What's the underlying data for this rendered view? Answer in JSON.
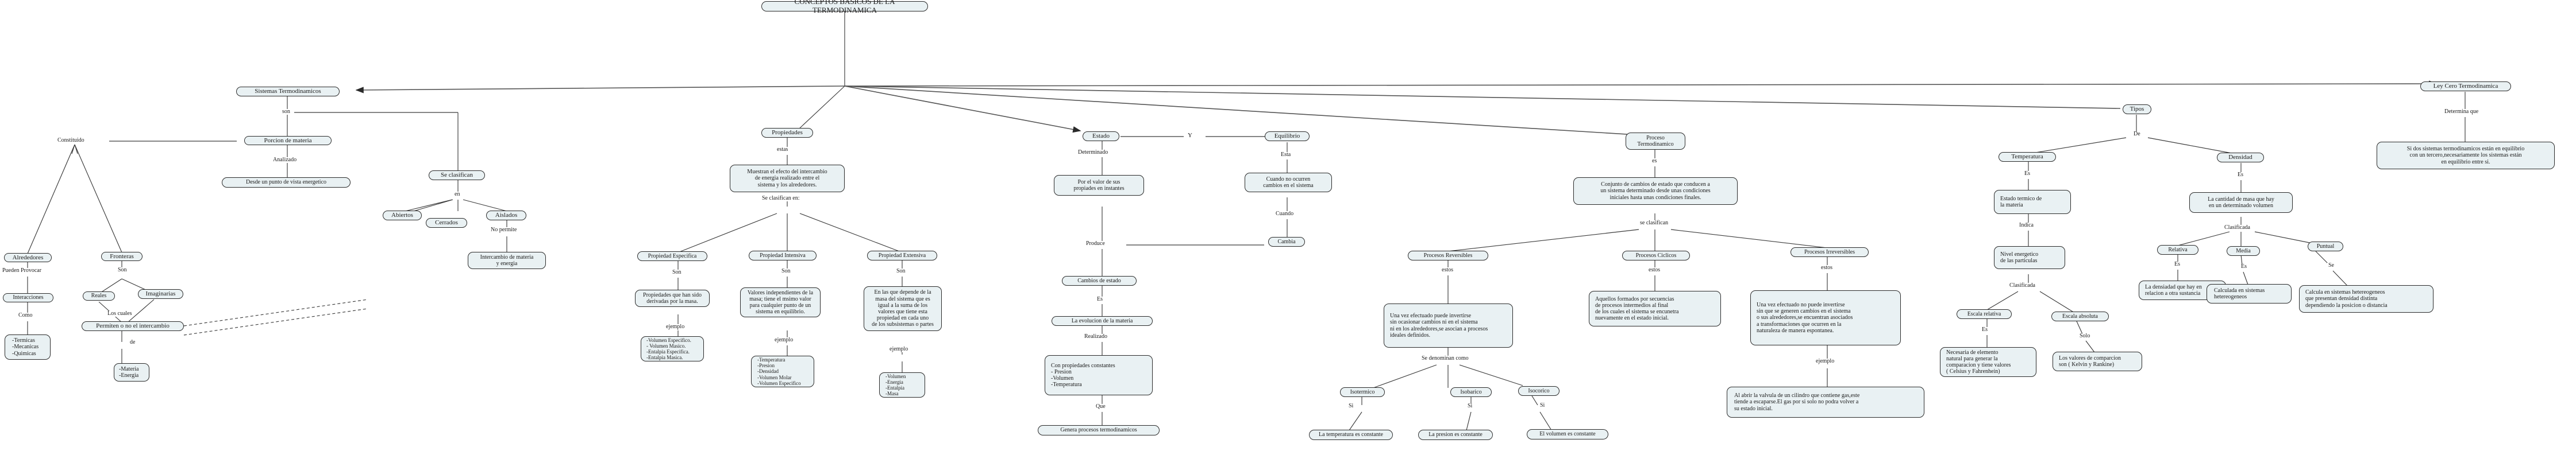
{
  "title": "CONCEPTOS BASICOS DE LA TERMODINAMICA",
  "theme": {
    "node_fill": "#e9f1f3",
    "node_border": "#2a2a2a",
    "line_color": "#3a3a3a",
    "page_background": "#ffffff"
  },
  "nodes": {
    "root": "CONCEPTOS BASICOS DE LA TERMODINAMICA",
    "sistemas": "Sistemas Termodinamicos",
    "porcion_materia": "Porcion de materia",
    "punto_vista": "Desde un punto de vista energetico",
    "alrededores": "Alrededores",
    "interacciones": "Interacciones",
    "interacciones_lista": "-Termicas\n-Mecanicas\n-Quimicas",
    "fronteras": "Fronteras",
    "reales": "Reales",
    "imaginarias": "Imaginarias",
    "permiten": "Permiten o no el intercambio",
    "materia_energia": "-Materia\n-Energia",
    "se_clasifican_sis": "Se clasifican",
    "abiertos": "Abiertos",
    "cerrados": "Cerrados",
    "aislados": "Aislados",
    "intercambio_me": "Intercambio de materia\ny energia",
    "propiedades": "Propiedades",
    "propiedades_def": "Muestran el efecto del intercambio\nde energia realizado entre el\nsistema y los alrededores.",
    "prop_especifica": "Propiedad Especifica",
    "prop_especifica_def": "Propiedades que han sido\nderivadas por la masa.",
    "prop_especifica_ej": "-Volumen Especifico.\n- Volumen Masico.\n-Entalpia Especifica.\n-Entalpia Masica.",
    "prop_intensiva": "Propiedad Intensiva",
    "prop_intensiva_def": "Valores independientes de la\nmasa; tiene el msimo valor\npara cualquier punto de un\nsistema en equilibrio.",
    "prop_intensiva_ej": "-Temperatura\n-Presion\n-Densidad\n-Volumen Molar\n-Volumen Especifico",
    "prop_extensiva": "Propiedad Extensiva",
    "prop_extensiva_def": "En las que depende de la\nmasa del sistema que es\nigual a la suma de los\nvalores que tiene esta\npropiedad en cada uno\nde los subsistemas o partes",
    "prop_extensiva_ej": "-Volumen\n-Energia\n-Entalpia\n-Masa",
    "estado": "Estado",
    "estado_def": "Por el valor  de sus\npropiades en instantes",
    "cambios_estado": "Cambios de estado",
    "evolucion": "La evolucion de la materia",
    "propiedades_const": "Con propiedades constantes\n - Presion\n-Volumen\n-Temperatura",
    "genera_procesos": "Genera procesos termodinamicos",
    "equilibrio": "Equilibrio",
    "equilibrio_def": "Cuando no ocurren\ncambios en el sistema",
    "cambia": "Cambia",
    "proceso": "Proceso\nTermodinamico",
    "proceso_def": "Conjunto de cambios de estado que conducen a\nun sistema determinado desde unas condiciones\niniciales hasta unas condiciones finales.",
    "reversibles": "Procesos Reversibles",
    "reversibles_def": "Una vez efectuado puede invertirse\nsin ocasionar cambios ni en el sistema\nni en los alrededores,se asocian a procesos\nideales definidos.",
    "isotermico": "Isotermico",
    "isotermico_def": "La temperatura es constante",
    "isobarico": "Isobarico",
    "isobarico_def": "La presion es constante",
    "isocorico": "Isocorico",
    "isocorico_def": "El volumen es constante",
    "ciclicos": "Procesos Ciclicos",
    "ciclicos_def": "Aquellos formados por secuencias\nde procesos intermedios al final\nde los cuales el sistema se encunetra\nnuevamente en el estado inicial.",
    "irreversibles": "Procesos Irreversibles",
    "irreversibles_def": "Una vez efectuado no puede invertirse\nsin que se generen cambios en el sistema\no sus alrededores,se encuentran asociados\na transformaciones que ocurren en la\nnaturaleza de manera espontanea.",
    "irreversibles_ej": "Al abrir la valvula de un cilindro que contiene gas,este\ntiende a escaparse.El gas por si solo no podra volver a\nsu estado inicial.",
    "tipos": "Tipos",
    "temperatura": "Temperatura",
    "temperatura_def": "Estado termico de\nla materia",
    "nivel_energetico": "Nivel energetico\nde las particulas",
    "escala_relativa": "Escala relativa",
    "escala_relativa_def": "Necesaria de elemento\nnatural para generar la\ncomparacion y tiene valores\n( Celsius y Fahrenhein)",
    "escala_absoluta": "Escala absoluta",
    "escala_absoluta_def": "Los valores de comparcion\nson ( Kelvin y Rankine)",
    "densidad": "Densidad",
    "densidad_def": "La cantidad de masa que hay\nen un determinado volumen",
    "relativa": "Relativa",
    "relativa_def": "La densiadad que hay en\nrelacion a otra sustancia",
    "media": "Media",
    "media_def": "Calculada en sistemas\nhetereogeneos",
    "puntual": "Puntual",
    "puntual_def": "Calcula en sistemas hetereogeneos\nque presentan densidad distinta\ndependiendo la posicion o distancia",
    "ley_cero": "Ley Cero Termodinamica",
    "ley_cero_def": "Si dos sistemas termodinamicos están en equilibrio\ncon un tercero,necesariamente los sistemas están\nen equilibrio entre si."
  },
  "link_labels": {
    "son_sistemas": "son",
    "analizado": "Analizado",
    "constituido": "Constituido",
    "pueden_provocar": "Pueden Provocar",
    "como": "Como",
    "son_fronteras": "Son",
    "los_cuales": "Los cuales",
    "de_permiten": "de",
    "se_clasifican_en": "en",
    "no_permite": "No permite",
    "estas": "estas",
    "se_clasifican_en_prop": "Se clasifican en:",
    "son_especifica": "Son",
    "ejemplo_especifica": "ejemplo",
    "son_intensiva": "Son",
    "ejemplo_intensiva": "ejemplo",
    "son_extensiva": "Son",
    "ejemplo_extensiva": "ejemplo",
    "determinado": "Determinado",
    "produce": "Produce",
    "es_cambios": "Es",
    "realizado": "Realizado",
    "que": "Que",
    "y": "Y",
    "esta": "Esta",
    "cuando": "Cuando",
    "es_proceso": "es",
    "se_clasifican_proc": "se clasifican",
    "estos_rev": "estos",
    "se_denominan_como": "Se denominan como",
    "si_iso": "Si",
    "si_isob": "Si",
    "si_isoc": "Si",
    "estos_cic": "estos",
    "estos_irr": "estos",
    "ejemplo_irr": "ejemplo",
    "de_tipos": "De",
    "es_temp": "Es",
    "indica": "Indica",
    "clasificada_temp": "Clasificada",
    "es_escala_rel": "Es",
    "solo": "Solo",
    "es_dens": "Es",
    "clasificada_dens": "Clasificada",
    "es_relativa": "Es",
    "es_media": "Es",
    "se_puntual": "Se",
    "determina_que": "Determina que"
  }
}
